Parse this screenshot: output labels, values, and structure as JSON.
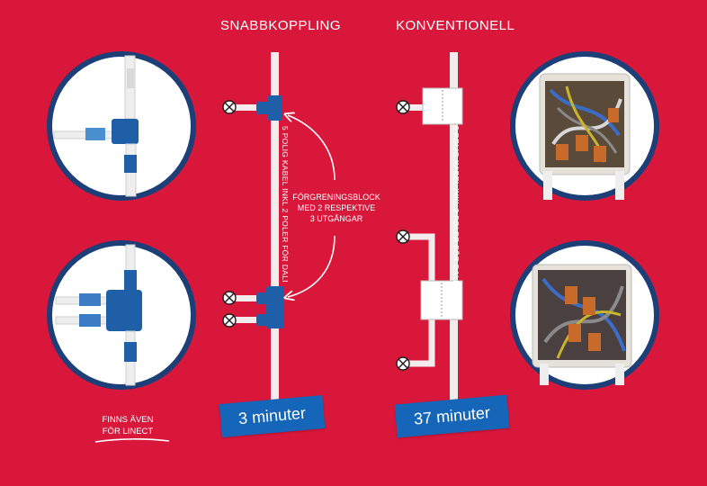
{
  "headings": {
    "left": "SNABBKOPPLING",
    "right": "KONVENTIONELL"
  },
  "cable_label": "5 POLIG KABEL INKL 2 POLER FÖR DALI",
  "branch_note": {
    "line1": "FÖRGRENINGSBLOCK",
    "line2": "MED 2 RESPEKTIVE",
    "line3": "3 UTGÅNGAR"
  },
  "times": {
    "left": "3 minuter",
    "right": "37 minuter"
  },
  "linect_note": {
    "line1": "FINNS ÄVEN",
    "line2": "FÖR LINECT"
  },
  "colors": {
    "background": "#d8173b",
    "badge": "#1565b8",
    "cable": "#f2ecec",
    "connector": "#1e5fa8",
    "photo_ring": "#1c3f78"
  }
}
